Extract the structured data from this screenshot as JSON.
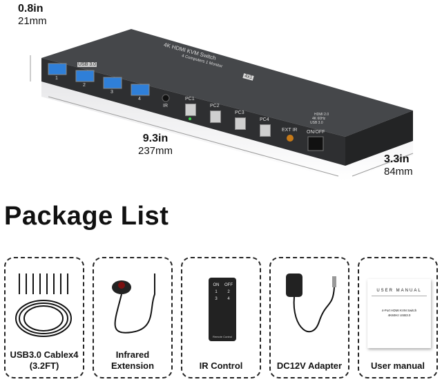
{
  "dimensions": {
    "height": {
      "in": "0.8in",
      "mm": "21mm"
    },
    "length": {
      "in": "9.3in",
      "mm": "237mm"
    },
    "width": {
      "in": "3.3in",
      "mm": "84mm"
    }
  },
  "device": {
    "title": "4K HDMI KVM Switch",
    "subtitle": "4 Computers 1 Monitor",
    "badge": "4x1",
    "usb_label": "USB 3.0",
    "usb_ports": [
      "1",
      "2",
      "3",
      "4"
    ],
    "ir_label": "IR",
    "buttons": [
      "PC1",
      "PC2",
      "PC3",
      "PC4"
    ],
    "ext_ir_label": "EXT IR",
    "power_label": "ON/OFF",
    "specs": [
      "HDMI 2.0",
      "4K 60Hz",
      "USB 3.0"
    ],
    "colors": {
      "body": "#3a3b3d",
      "usb": "#2f7fd8",
      "led": "#38d84a"
    }
  },
  "package": {
    "title": "Package List",
    "items": [
      {
        "label": "USB3.0 Cablex4",
        "sub": "(3.2FT)",
        "icon": "usb-cables-icon"
      },
      {
        "label": "Infrared",
        "sub": "Extension",
        "icon": "infrared-extension-icon"
      },
      {
        "label": "IR Control",
        "sub": "",
        "icon": "remote-control-icon"
      },
      {
        "label": "DC12V Adapter",
        "sub": "",
        "icon": "power-adapter-icon"
      },
      {
        "label": "User manual",
        "sub": "",
        "icon": "manual-icon"
      }
    ],
    "remote": {
      "buttons": [
        "ON",
        "OFF",
        "1",
        "2",
        "3",
        "4"
      ],
      "label": "Remote Control"
    },
    "manual": {
      "title": "USER MANUAL",
      "line1": "4-Port HDMI KVM Switch",
      "line2": "4K60Hz USB3.0"
    }
  }
}
